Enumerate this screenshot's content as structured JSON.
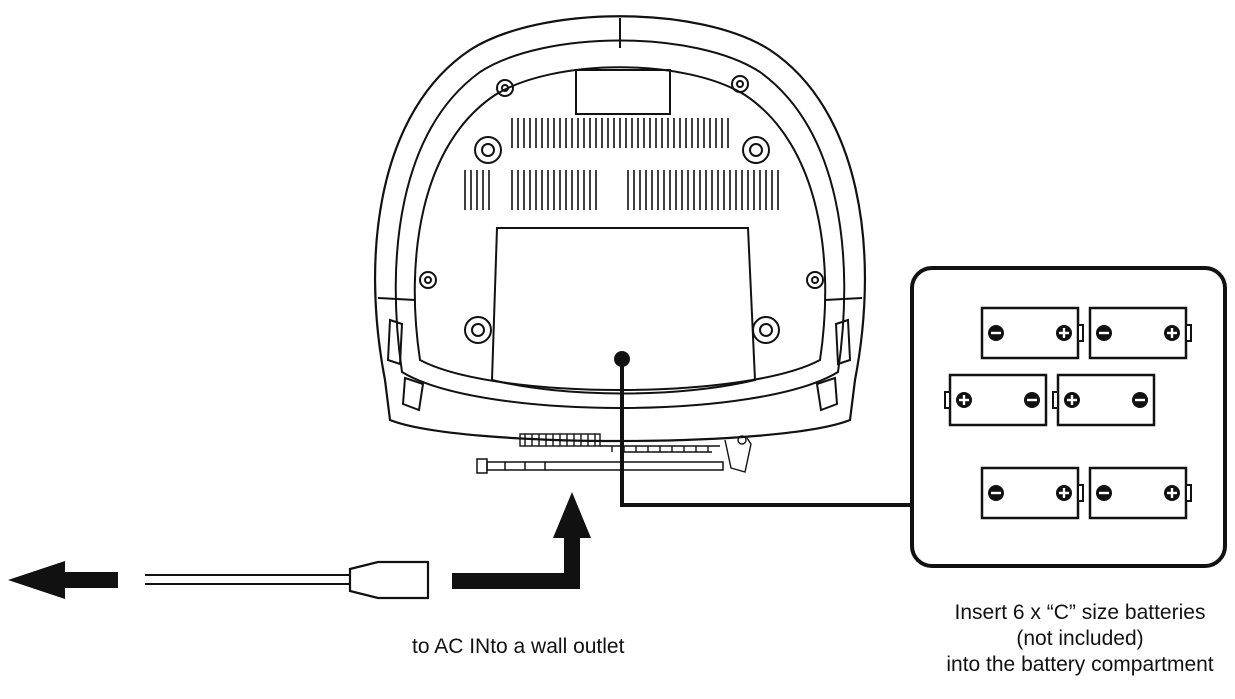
{
  "captions": {
    "ac_power": "to AC INto a wall outlet",
    "batteries": [
      "Insert 6 x “C” size batteries",
      "(not included)",
      "into the battery compartment"
    ]
  },
  "battery_compartment": {
    "battery_count": 6,
    "terminal_plus": "+",
    "terminal_minus": "−"
  },
  "colors": {
    "ink": "#111111",
    "paper": "#ffffff"
  }
}
